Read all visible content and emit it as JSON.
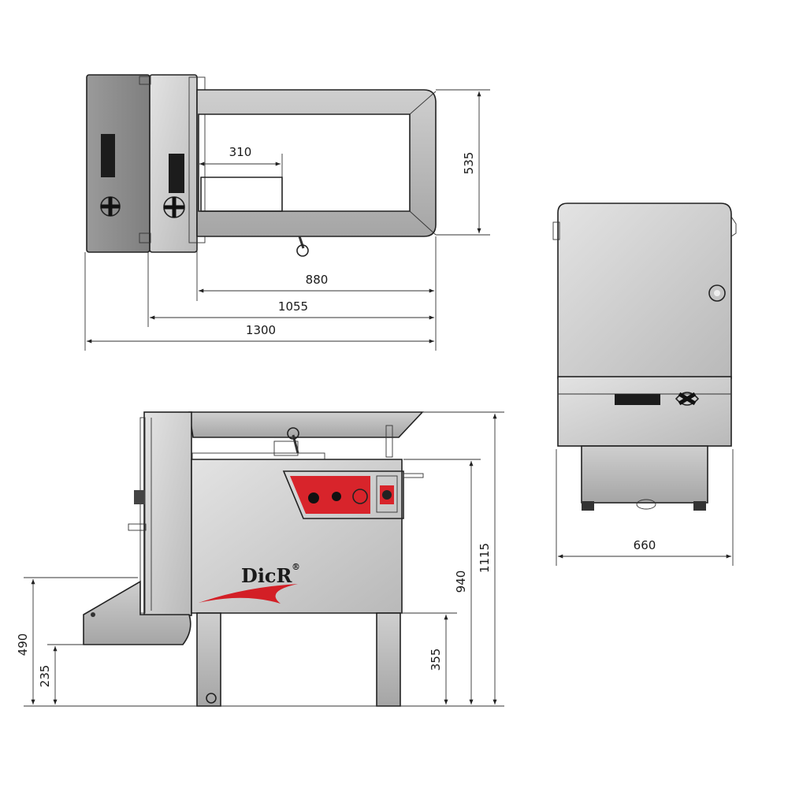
{
  "dimensions": {
    "top_view": {
      "blade_opening": "310",
      "depth": "535",
      "table_length": "880",
      "body_length": "1055",
      "overall_length": "1300"
    },
    "side_view": {
      "width": "660"
    },
    "front_view": {
      "table_height": "940",
      "overall_height": "1115",
      "leg_height": "355",
      "outlet_height": "490",
      "outlet_base": "235"
    }
  },
  "brand": {
    "logo": "DicR",
    "mark": "®"
  },
  "colors": {
    "metal_light": "#d2d2d2",
    "metal_mid": "#a9a9a9",
    "metal_dark": "#8e8e8e",
    "panel_red": "#d8242b",
    "swoosh_red": "#d31f26",
    "line": "#222222"
  }
}
